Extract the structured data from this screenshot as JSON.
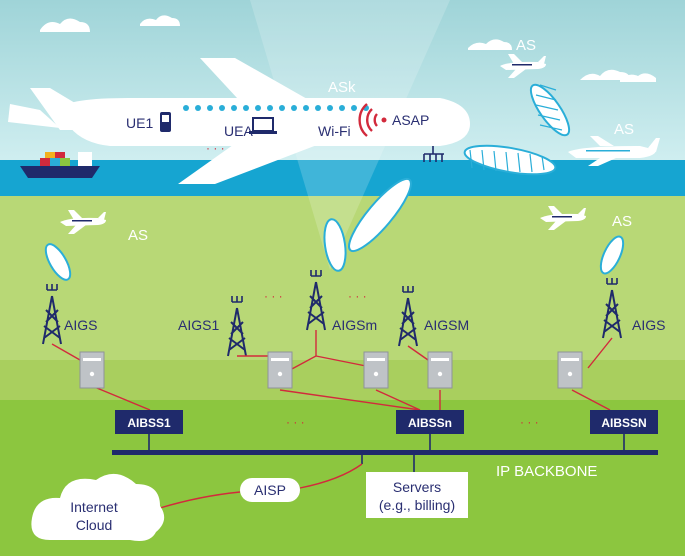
{
  "aircraft_main": {
    "label": "ASk",
    "ue1": "UE1",
    "uea": "UEA",
    "wifi": "Wi-Fi",
    "asap": "ASAP",
    "dots": "· · ·"
  },
  "aircraft_labels": {
    "top_right": "AS",
    "right": "AS",
    "left": "AS",
    "right_low": "AS"
  },
  "ground_stations": {
    "left": "AIGS",
    "aigs1": "AIGS1",
    "aigsm": "AIGSm",
    "aigsM": "AIGSM",
    "right": "AIGS"
  },
  "aibss": {
    "first": "AIBSS1",
    "nth": "AIBSSn",
    "last": "AIBSSN"
  },
  "ellipsis": "· · ·",
  "backbone_label": "IP BACKBONE",
  "aisp_label": "AISP",
  "servers_line1": "Servers",
  "servers_line2": "(e.g., billing)",
  "cloud_line1": "Internet",
  "cloud_line2": "Cloud",
  "colors": {
    "sky": "#a8d8dc",
    "sea": "#1aa7d0",
    "field": "#b6d673",
    "ground": "#8cc63f",
    "navy": "#1f2a6b",
    "red": "#d22a3c",
    "wave": "#2aaed8"
  }
}
